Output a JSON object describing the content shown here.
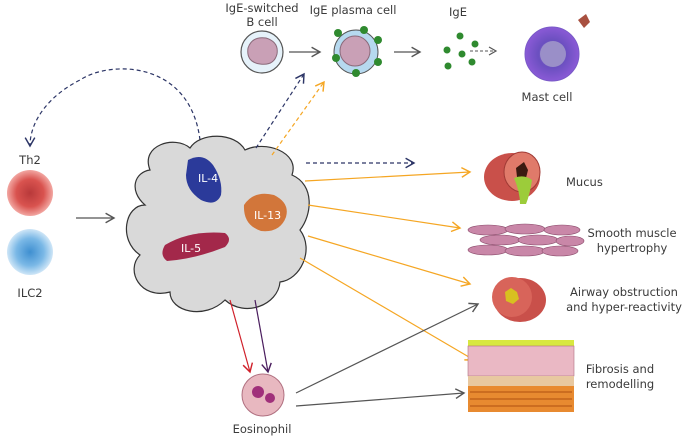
{
  "labels": {
    "b_cell": [
      "IgE-switched",
      "B cell"
    ],
    "plasma_cell": "IgE plasma cell",
    "ige": "IgE",
    "mast_cell": "Mast cell",
    "th2": "Th2",
    "ilc2": "ILC2",
    "il4": "IL-4",
    "il13": "IL-13",
    "il5": "IL-5",
    "eosinophil": "Eosinophil",
    "mucus": "Mucus",
    "smooth_muscle": [
      "Smooth muscle",
      "hypertrophy"
    ],
    "airway": [
      "Airway obstruction",
      "and hyper-reactivity"
    ],
    "fibrosis": [
      "Fibrosis and",
      "remodelling"
    ]
  },
  "colors": {
    "navy_dashed": "#2c3566",
    "orange": "#f5a623",
    "red": "#d0202a",
    "purple": "#4a1d5e",
    "gray_arrow": "#555555",
    "cloud": "#d9d9d9",
    "th2": "#d9534f",
    "ilc2": "#8fc3e6"
  }
}
